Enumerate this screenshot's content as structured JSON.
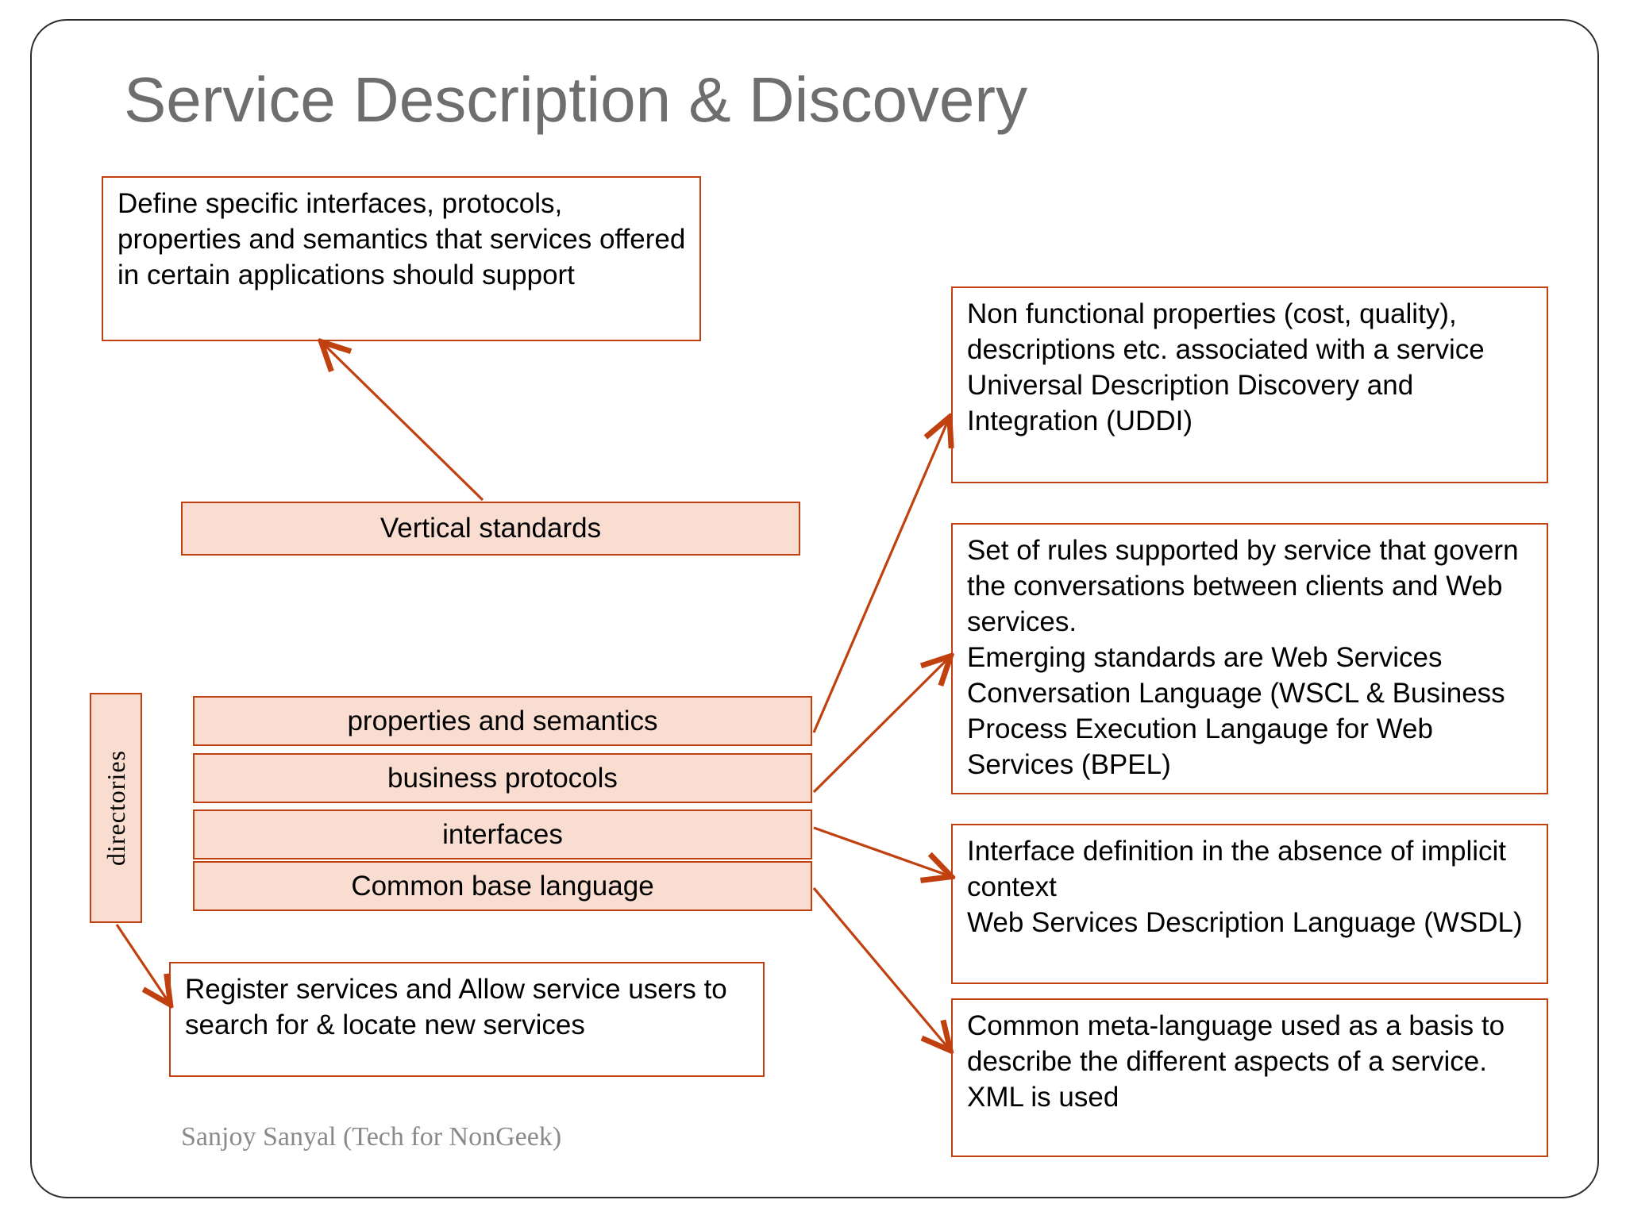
{
  "slide": {
    "title": "Service Description & Discovery",
    "credit": "Sanjoy Sanyal (Tech for NonGeek)",
    "accent_color": "#c0410f",
    "fill_color": "#f9ddd1",
    "title_color": "#6e6e6e",
    "frame_color": "#2b2b2b"
  },
  "left": {
    "definition_box": "Define specific interfaces, protocols, properties and semantics that services offered in certain applications should support",
    "vertical_standards": "Vertical standards",
    "directories_label": "directories",
    "register_box": "Register services and Allow service users to search for & locate new services",
    "layers": [
      {
        "label": "properties and semantics"
      },
      {
        "label": "business protocols"
      },
      {
        "label": "interfaces"
      },
      {
        "label": "Common base language"
      }
    ]
  },
  "right": {
    "boxes": [
      {
        "text": "Non functional properties (cost, quality), descriptions etc. associated with a service\nUniversal Description Discovery and Integration (UDDI)"
      },
      {
        "text": "Set of rules supported by service  that govern the conversations between clients and Web services.\nEmerging standards are Web Services Conversation Language (WSCL & Business Process Execution Langauge for Web Services (BPEL)"
      },
      {
        "text": "Interface definition in the absence of implicit context\nWeb Services Description Language (WSDL)"
      },
      {
        "text": "Common meta-language used as a basis to describe the different aspects of a service.\nXML is used"
      }
    ]
  }
}
